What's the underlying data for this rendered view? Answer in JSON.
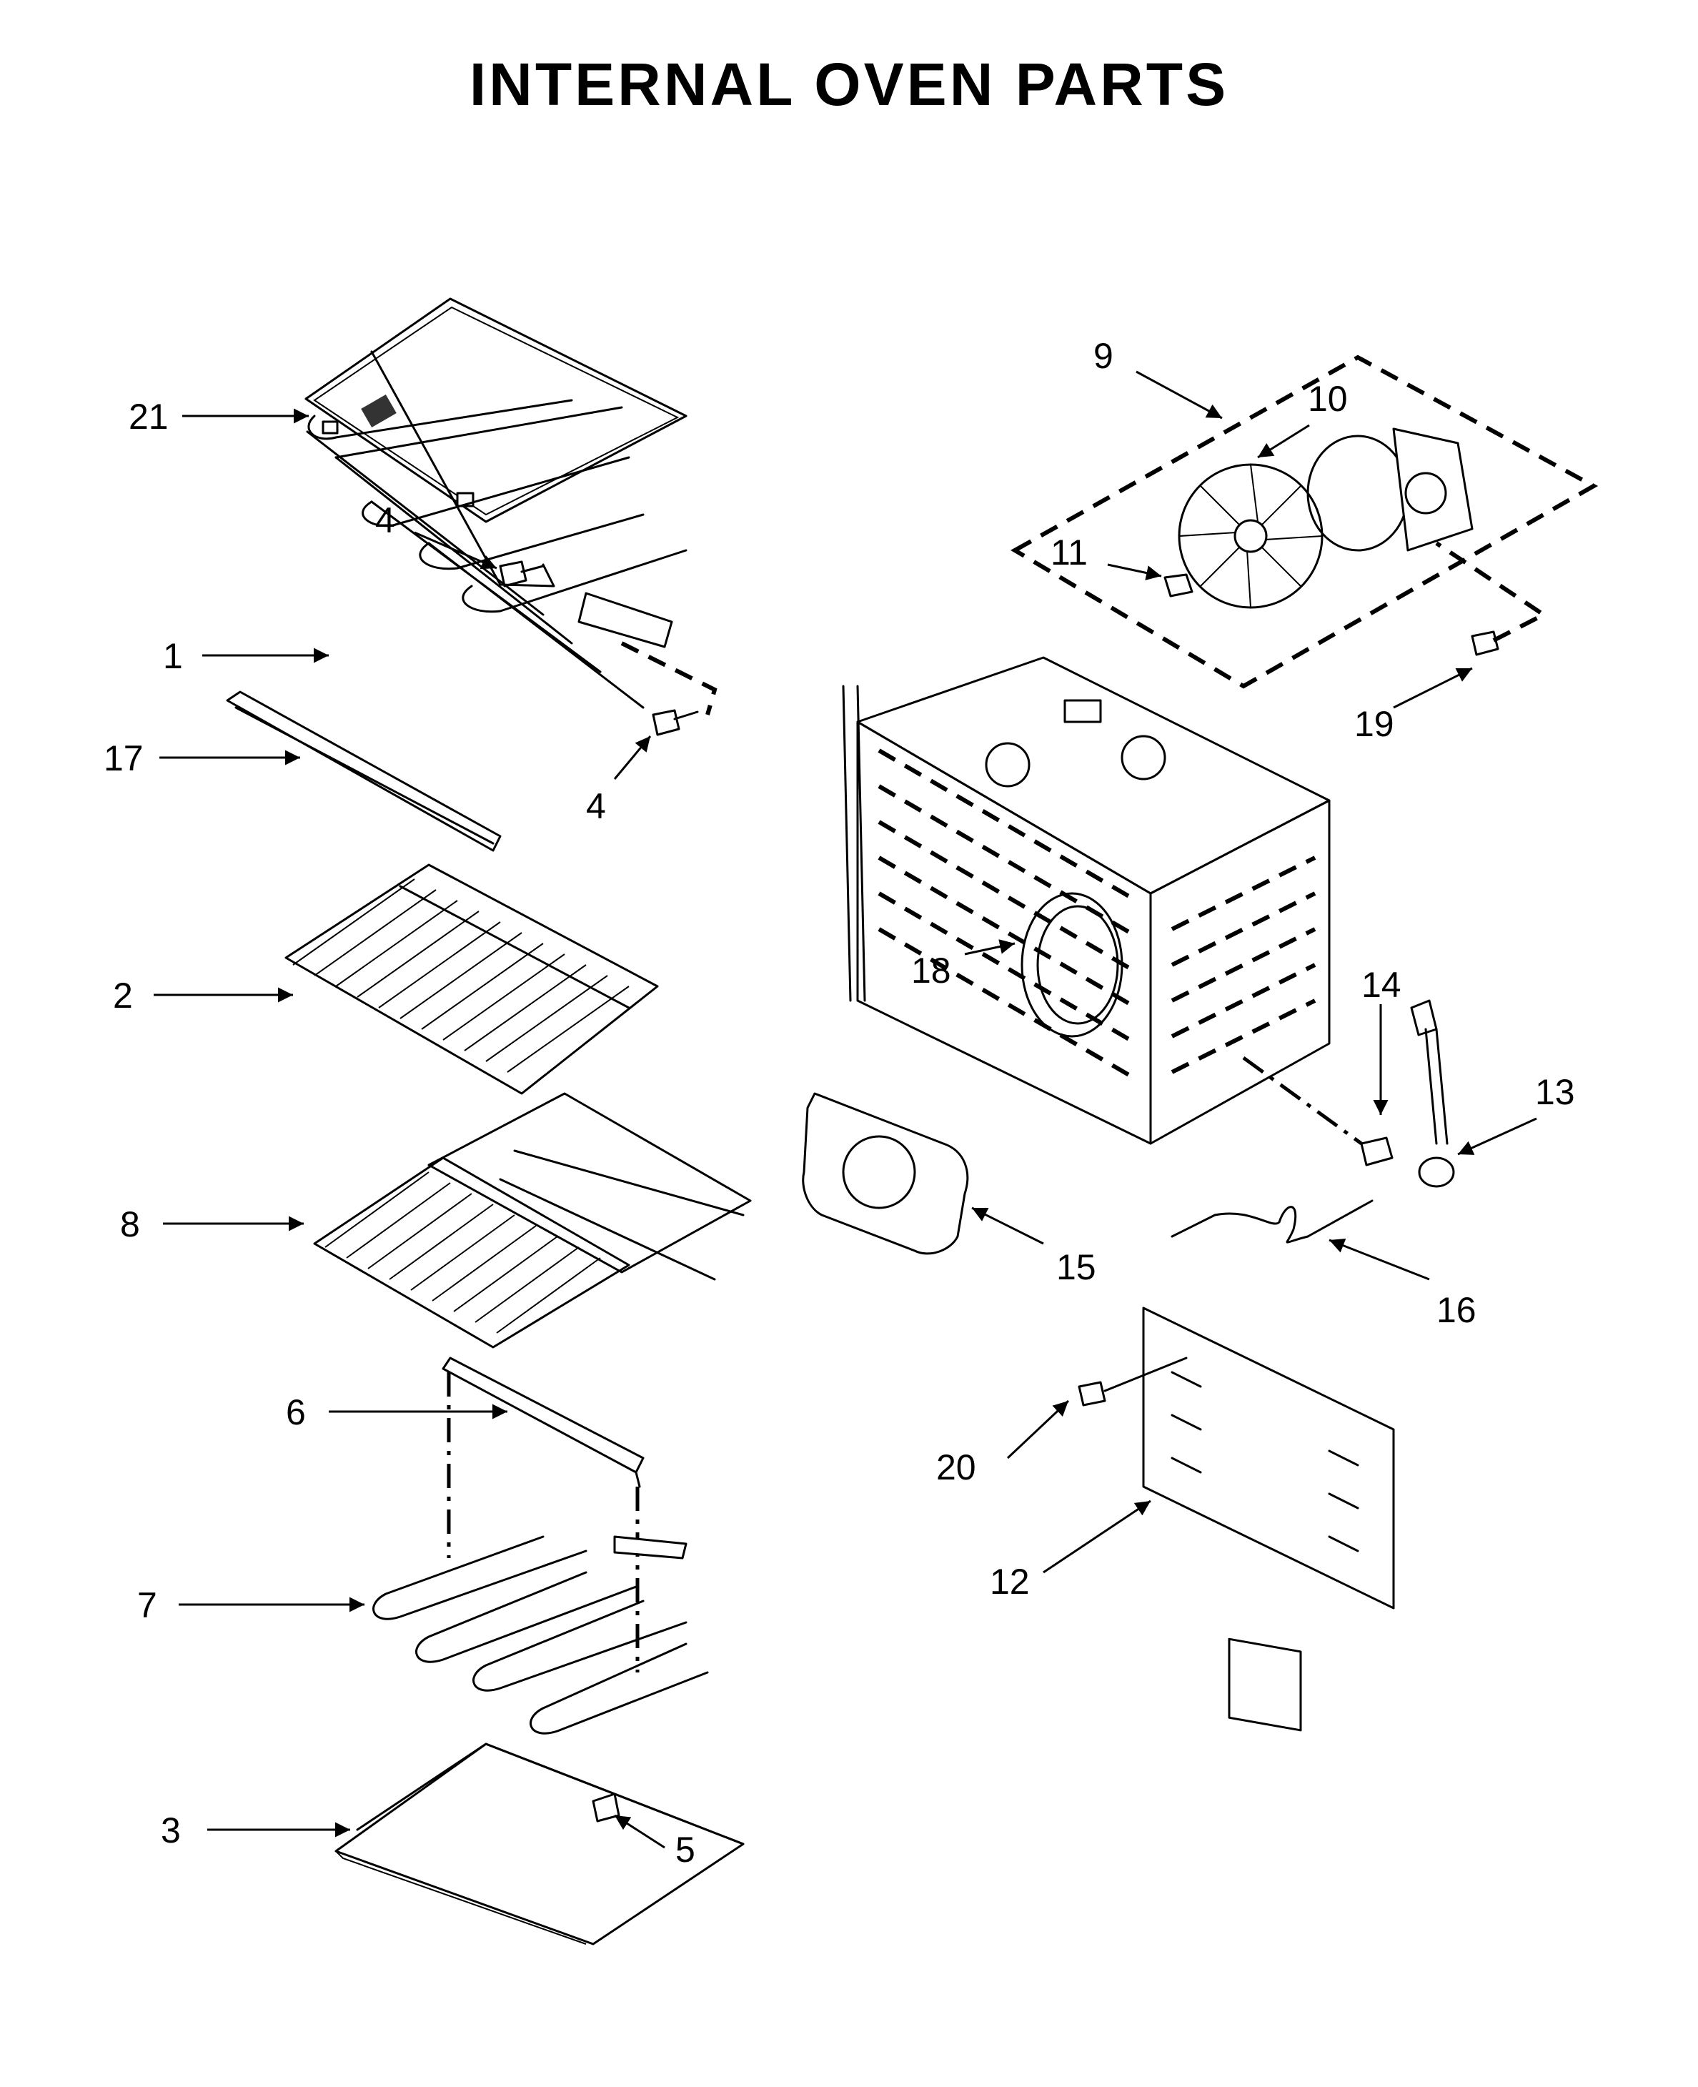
{
  "title": "INTERNAL OVEN PARTS",
  "callouts": {
    "c1": "1",
    "c2": "2",
    "c3": "3",
    "c4a": "4",
    "c4b": "4",
    "c5": "5",
    "c6": "6",
    "c7": "7",
    "c8": "8",
    "c9": "9",
    "c10": "10",
    "c11": "11",
    "c12": "12",
    "c13": "13",
    "c14": "14",
    "c15": "15",
    "c16": "16",
    "c17": "17",
    "c18": "18",
    "c19": "19",
    "c20": "20",
    "c21": "21"
  }
}
